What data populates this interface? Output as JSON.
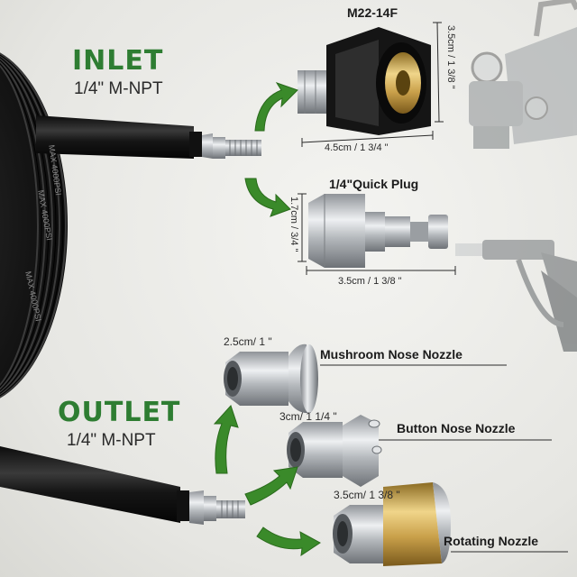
{
  "inlet": {
    "title": "INLET",
    "thread": "1/4\" M-NPT"
  },
  "outlet": {
    "title": "OUTLET",
    "thread": "1/4\" M-NPT"
  },
  "fittings": {
    "m22": {
      "name": "M22-14F",
      "width": "4.5cm / 1 3/4 \"",
      "height": "3.5cm / 1 3/8 \""
    },
    "quick_plug": {
      "name": "1/4\"Quick Plug",
      "width": "3.5cm / 1 3/8 \"",
      "height": "1.7cm / 3/4 \""
    },
    "mushroom": {
      "name": "Mushroom Nose Nozzle",
      "size": "2.5cm/ 1 \""
    },
    "button": {
      "name": "Button Nose Nozzle",
      "size": "3cm/ 1 1/4 \""
    },
    "rotating": {
      "name": "Rotating Nozzle",
      "size": "3.5cm/ 1 3/8 \""
    }
  },
  "hose_print": [
    "MAX 4000PSI",
    "MAX 4000PSI",
    "MAX 4000PSI"
  ],
  "colors": {
    "title_green": "#2e7d32",
    "arrow_green": "#3a8a2a",
    "hose": "#1d1d1d",
    "steel": "#b9bcc0",
    "brass": "#c9a04a"
  }
}
